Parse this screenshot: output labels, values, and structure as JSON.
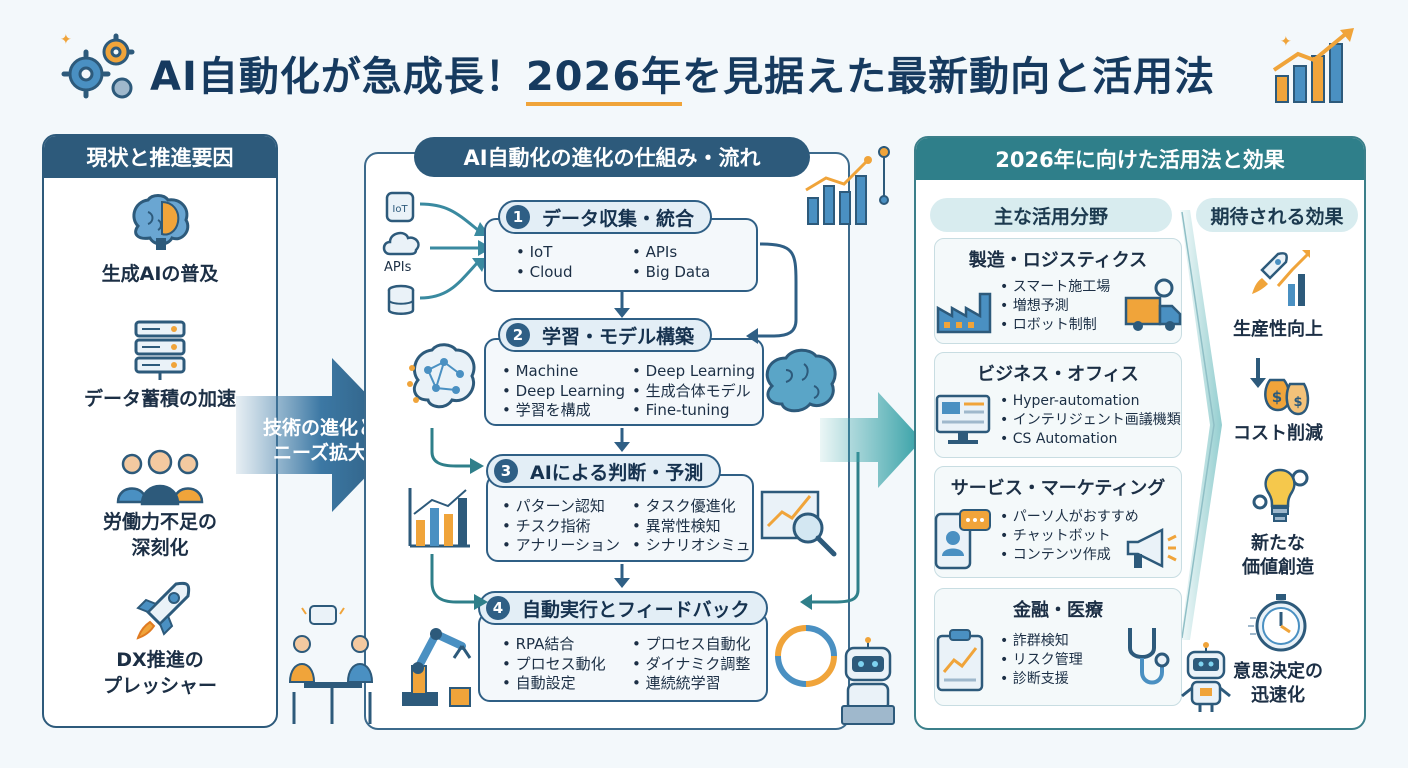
{
  "title": {
    "part1": "AI自動化が急成長！",
    "part2": "2026年",
    "part3": "を見据えた最新動向と活用法"
  },
  "left_panel": {
    "header": "現状と推進要因",
    "drivers": [
      {
        "icon": "brain-icon",
        "label_lines": [
          "生成AIの普及"
        ]
      },
      {
        "icon": "server-icon",
        "label_lines": [
          "データ蓄積の加速"
        ]
      },
      {
        "icon": "people-icon",
        "label_lines": [
          "労働力不足の",
          "深刻化"
        ]
      },
      {
        "icon": "rocket-icon",
        "label_lines": [
          "DX推進の",
          "プレッシャー"
        ]
      }
    ]
  },
  "connector_left": {
    "lines": [
      "技術の進化と",
      "ニーズ拡大"
    ]
  },
  "center_panel": {
    "header": "AI自動化の進化の仕組み・流れ",
    "sources": {
      "iot": "IoT",
      "apis": "APIs"
    },
    "steps": [
      {
        "num": "1",
        "title": "データ収集・統合",
        "col1": [
          "• IoT",
          "• Cloud"
        ],
        "col2": [
          "• APIs",
          "• Big Data"
        ]
      },
      {
        "num": "2",
        "title": "学習・モデル構築",
        "col1": [
          "• Machine",
          "• Deep Learning",
          "• 学習を構成"
        ],
        "col2": [
          "• Deep Learning",
          "• 生成合体モデル",
          "• Fine-tuning"
        ]
      },
      {
        "num": "3",
        "title": "AIによる判断・予測",
        "col1": [
          "• パターン認知",
          "• チスク指術",
          "• アナリーション"
        ],
        "col2": [
          "• タスク優進化",
          "• 異常性検知",
          "• シナリオシミュ"
        ]
      },
      {
        "num": "4",
        "title": "自動実行とフィードバック",
        "col1": [
          "• RPA結合",
          "• プロセス動化",
          "• 自動設定"
        ],
        "col2": [
          "• プロセス自動化",
          "• ダイナミク調整",
          "• 連続統学習"
        ]
      }
    ]
  },
  "right_panel": {
    "header": "2026年に向けた活用法と効果",
    "fields_header": "主な活用分野",
    "effects_header": "期待される効果",
    "fields": [
      {
        "title": "製造・ロジスティクス",
        "items": [
          "• スマート施工場",
          "• 増想予測",
          "• ロボット制制"
        ]
      },
      {
        "title": "ビジネス・オフィス",
        "items": [
          "• Hyper-automation",
          "• インテリジェント画議機類",
          "• CS Automation"
        ]
      },
      {
        "title": "サービス・マーケティング",
        "items": [
          "• パーソ人がおすすめ",
          "• チャットボット",
          "• コンテンツ作成"
        ]
      },
      {
        "title": "金融・医療",
        "items": [
          "• 詐群検知",
          "• リスク管理",
          "• 診断支援"
        ]
      }
    ],
    "effects": [
      {
        "icon": "rocket-icon",
        "label_lines": [
          "生産性向上"
        ]
      },
      {
        "icon": "money-bag-icon",
        "label_lines": [
          "コスト削減"
        ]
      },
      {
        "icon": "lightbulb-icon",
        "label_lines": [
          "新たな",
          "価値創造"
        ]
      },
      {
        "icon": "stopwatch-icon",
        "label_lines": [
          "意思決定の",
          "迅速化"
        ]
      }
    ]
  },
  "colors": {
    "navy": "#2d5a7b",
    "teal": "#2f7f8a",
    "accent_orange": "#f0a43a",
    "background": "#f3f8fb"
  }
}
